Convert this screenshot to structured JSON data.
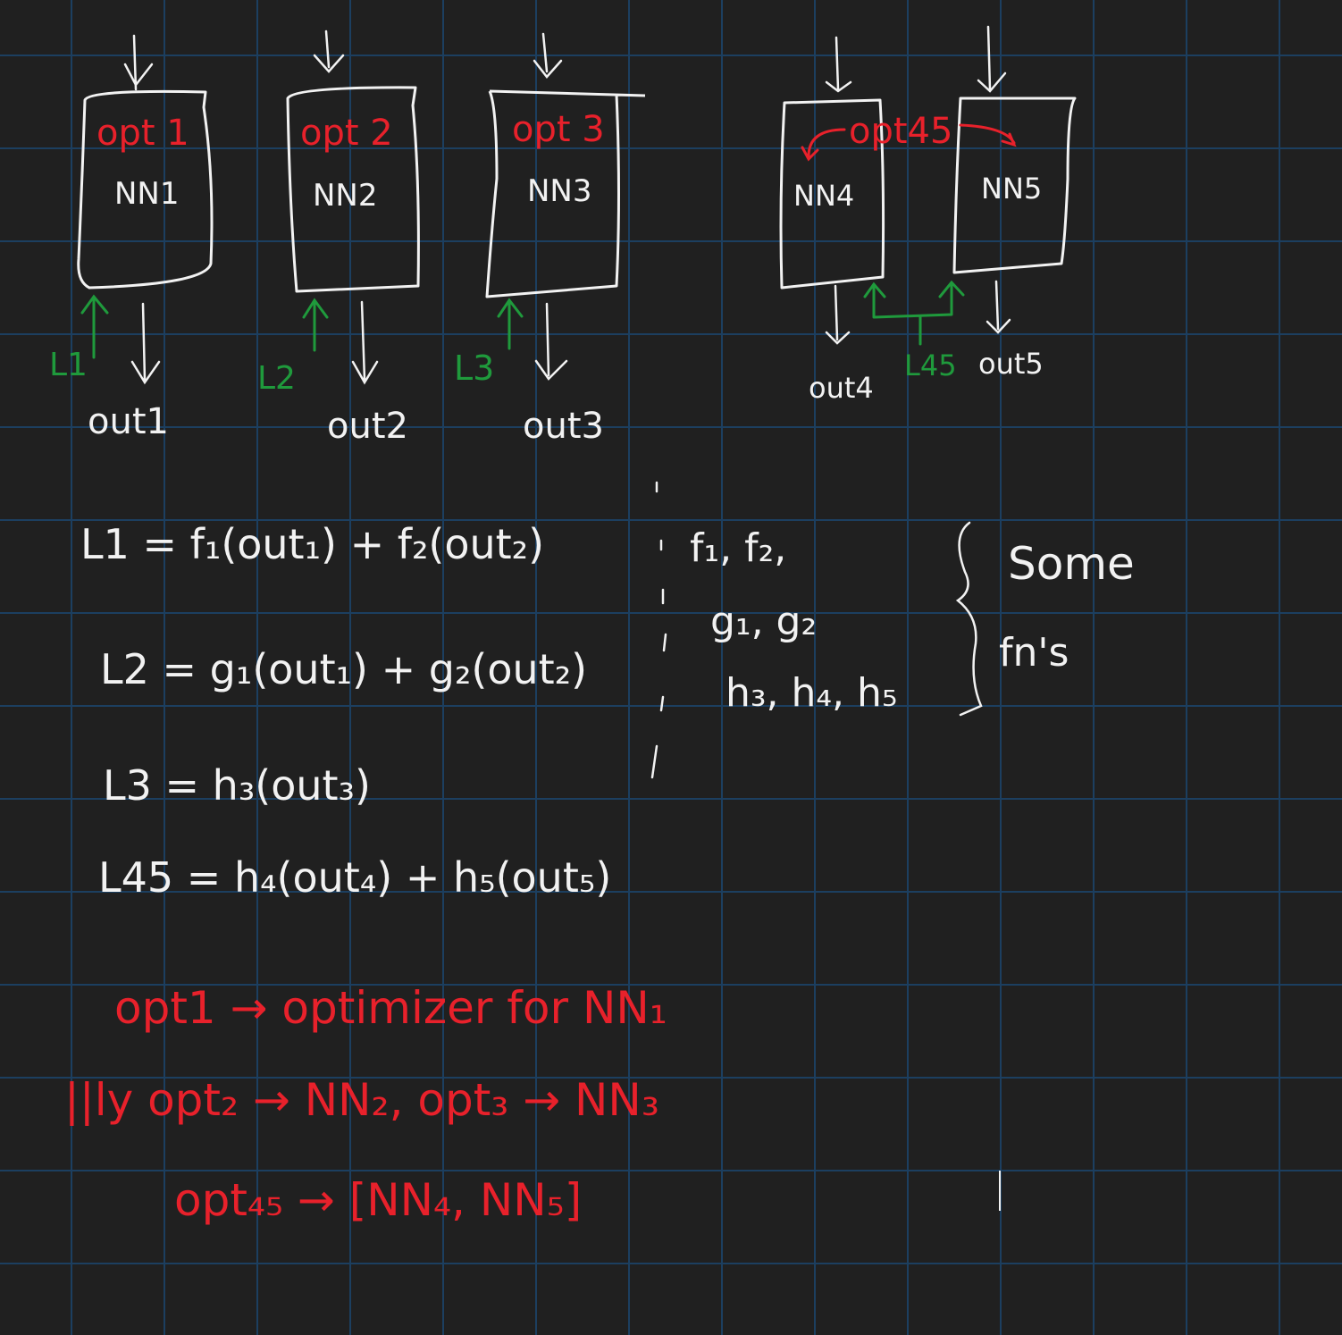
{
  "colors": {
    "background": "#202020",
    "grid": "#1c3f60",
    "ink": "#f2f2f2",
    "red": "#e8212b",
    "green": "#1f9a3c"
  },
  "blocks": [
    {
      "optimizer": "opt 1",
      "network": "NN1",
      "loss": "L1",
      "output": "out1"
    },
    {
      "optimizer": "opt 2",
      "network": "NN2",
      "loss": "L2",
      "output": "out2"
    },
    {
      "optimizer": "opt 3",
      "network": "NN3",
      "loss": "L3",
      "output": "out3"
    }
  ],
  "joint_block": {
    "optimizer": "opt45",
    "network_a": "NN4",
    "network_b": "NN5",
    "loss": "L45",
    "output_a": "out4",
    "output_b": "out5"
  },
  "equations": [
    "L1 = f₁(out₁) + f₂(out₂)",
    "L2 = g₁(out₁) + g₂(out₂)",
    "L3 = h₃(out₃)",
    "L45 = h₄(out₄) + h₅(out₅)"
  ],
  "functions": {
    "line1": "f₁, f₂,",
    "line2": "g₁, g₂",
    "line3": "h₃, h₄, h₅",
    "brace_label_1": "Some",
    "brace_label_2": "fn's"
  },
  "notes": [
    "opt1 → optimizer for NN₁",
    "||ly  opt₂ → NN₂,  opt₃ → NN₃",
    "opt₄₅ → [NN₄, NN₅]"
  ]
}
